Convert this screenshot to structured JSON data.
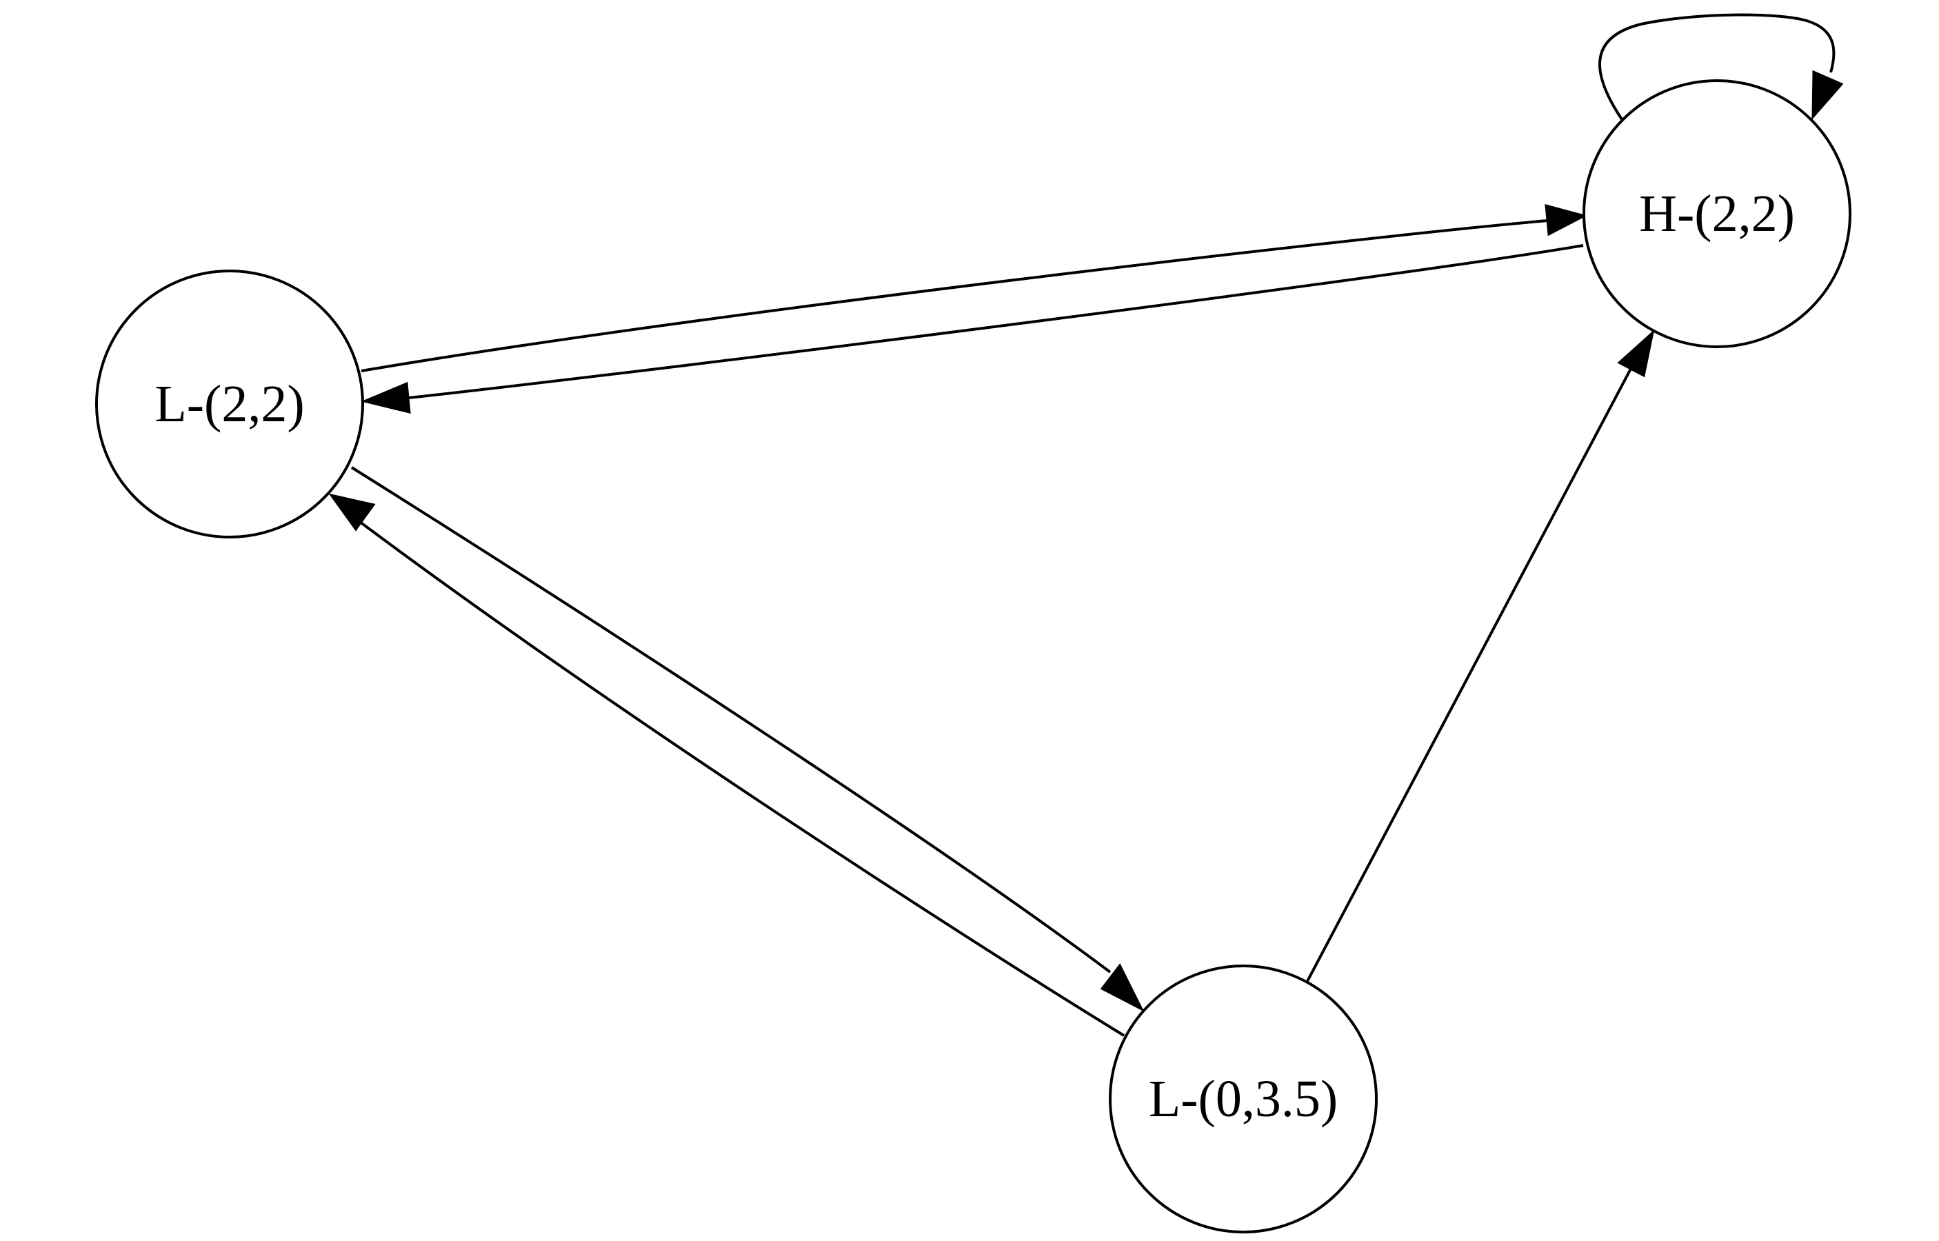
{
  "diagram": {
    "type": "directed-graph",
    "nodes": [
      {
        "id": "L22",
        "label": "L-(2,2)"
      },
      {
        "id": "H22",
        "label": "H-(2,2)"
      },
      {
        "id": "L035",
        "label": "L-(0,3.5)"
      }
    ],
    "edges": [
      {
        "from": "L22",
        "to": "H22"
      },
      {
        "from": "H22",
        "to": "L22"
      },
      {
        "from": "L22",
        "to": "L035"
      },
      {
        "from": "L035",
        "to": "L22"
      },
      {
        "from": "L035",
        "to": "H22"
      },
      {
        "from": "H22",
        "to": "H22"
      }
    ],
    "colors": {
      "stroke": "#000000",
      "background": "#ffffff"
    }
  }
}
